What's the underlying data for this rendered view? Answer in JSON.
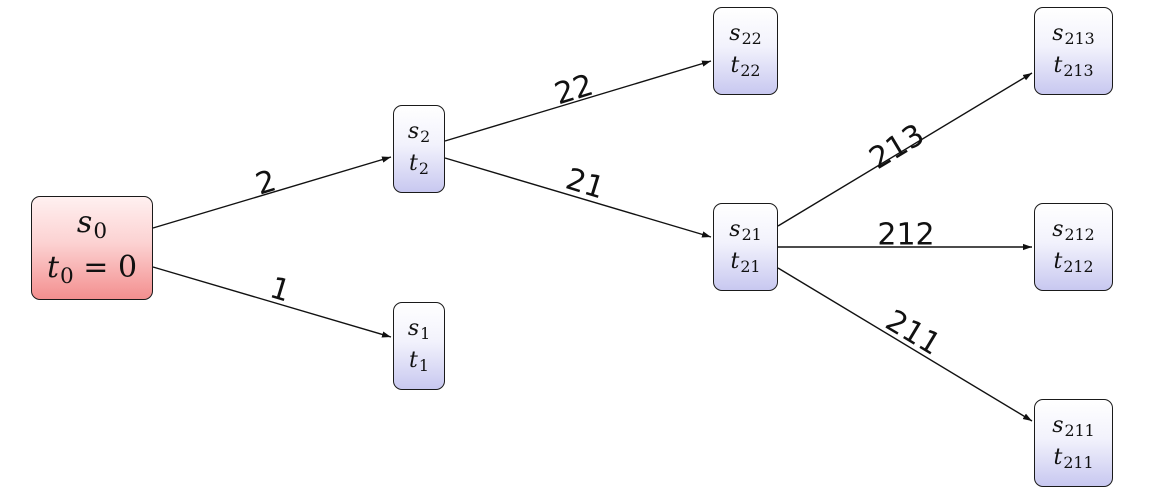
{
  "diagram": {
    "nodes": [
      {
        "id": "s0",
        "s": "s",
        "s_sub": "0",
        "t": "t",
        "t_sub": "0",
        "t_suffix": " = 0",
        "root": true
      },
      {
        "id": "s1",
        "s": "s",
        "s_sub": "1",
        "t": "t",
        "t_sub": "1"
      },
      {
        "id": "s2",
        "s": "s",
        "s_sub": "2",
        "t": "t",
        "t_sub": "2"
      },
      {
        "id": "s21",
        "s": "s",
        "s_sub": "21",
        "t": "t",
        "t_sub": "21"
      },
      {
        "id": "s22",
        "s": "s",
        "s_sub": "22",
        "t": "t",
        "t_sub": "22"
      },
      {
        "id": "s211",
        "s": "s",
        "s_sub": "211",
        "t": "t",
        "t_sub": "211"
      },
      {
        "id": "s212",
        "s": "s",
        "s_sub": "212",
        "t": "t",
        "t_sub": "212"
      },
      {
        "id": "s213",
        "s": "s",
        "s_sub": "213",
        "t": "t",
        "t_sub": "213"
      }
    ],
    "edges": [
      {
        "from": "s0",
        "to": "s2",
        "label": "2"
      },
      {
        "from": "s0",
        "to": "s1",
        "label": "1"
      },
      {
        "from": "s2",
        "to": "s22",
        "label": "22"
      },
      {
        "from": "s2",
        "to": "s21",
        "label": "21"
      },
      {
        "from": "s21",
        "to": "s213",
        "label": "213"
      },
      {
        "from": "s21",
        "to": "s212",
        "label": "212"
      },
      {
        "from": "s21",
        "to": "s211",
        "label": "211"
      }
    ]
  }
}
